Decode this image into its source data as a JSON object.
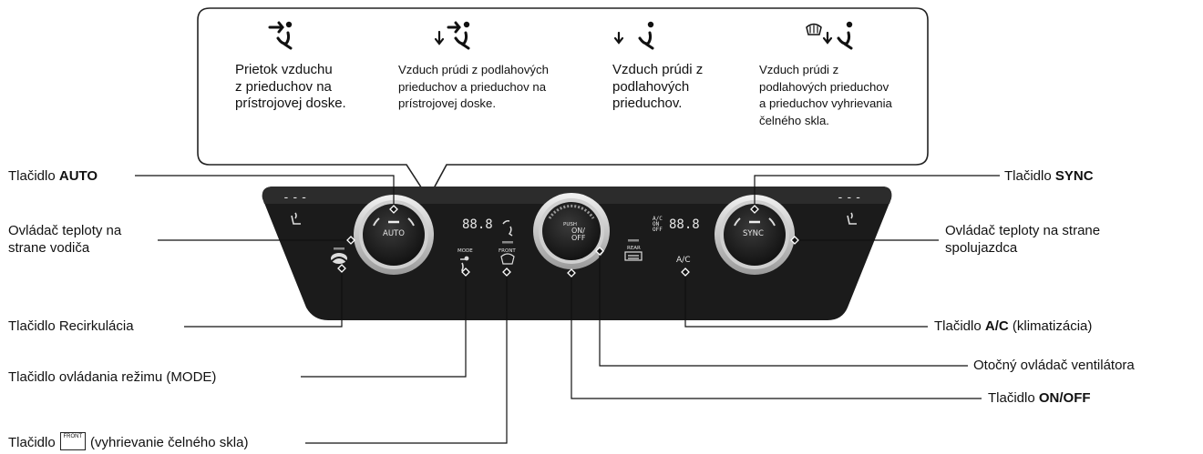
{
  "modes": [
    {
      "icon": "vent-face-icon",
      "text": "Prietok vzduchu\nz prieduchov na\nprístrojovej doske.",
      "small": false
    },
    {
      "icon": "vent-bilevel-icon",
      "text": "Vzduch prúdi z podlahových\nprieduchov a prieduchov na\nprístrojovej doske.",
      "small": true
    },
    {
      "icon": "vent-floor-icon",
      "text": "Vzduch prúdi z\npodlahových\nprieduchov.",
      "small": false
    },
    {
      "icon": "vent-floor-defrost-icon",
      "text": "Vzduch prúdi z\npodlahových prieduchov\na prieduchov vyhrievania\nčelného skla.",
      "small": true
    }
  ],
  "panel": {
    "auto_label": "AUTO",
    "sync_label": "SYNC",
    "mode_label": "MODE",
    "front_label": "FRONT",
    "rear_label": "REAR",
    "ac_label": "A/C",
    "push_label": "PUSH",
    "on_off_label": "ON/\nOFF",
    "ac_on_off_label": "A/C\nON\nOFF",
    "left_temp_display": "88.8",
    "right_temp_display": "88.8",
    "seat_dash_left": "---",
    "seat_dash_right": "---"
  },
  "callouts": {
    "auto": {
      "prefix": "Tlačidlo ",
      "bold": "AUTO",
      "suffix": ""
    },
    "driver_temp": {
      "text": "Ovládač teploty na\nstrane vodiča"
    },
    "recirc": {
      "text": "Tlačidlo Recirkulácia"
    },
    "mode": {
      "text": "Tlačidlo ovládania režimu (MODE)"
    },
    "front_defrost": {
      "prefix": "Tlačidlo",
      "icon_text": "FRONT",
      "suffix": "(vyhrievanie čelného skla)"
    },
    "sync": {
      "prefix": "Tlačidlo ",
      "bold": "SYNC",
      "suffix": ""
    },
    "pass_temp": {
      "text": "Ovládač teploty na strane\nspolujazdca"
    },
    "ac": {
      "prefix": "Tlačidlo ",
      "bold": "A/C",
      "suffix": " (klimatizácia)"
    },
    "fan": {
      "text": "Otočný ovládač ventilátora"
    },
    "onoff": {
      "prefix": "Tlačidlo ",
      "bold": "ON/OFF",
      "suffix": ""
    }
  }
}
